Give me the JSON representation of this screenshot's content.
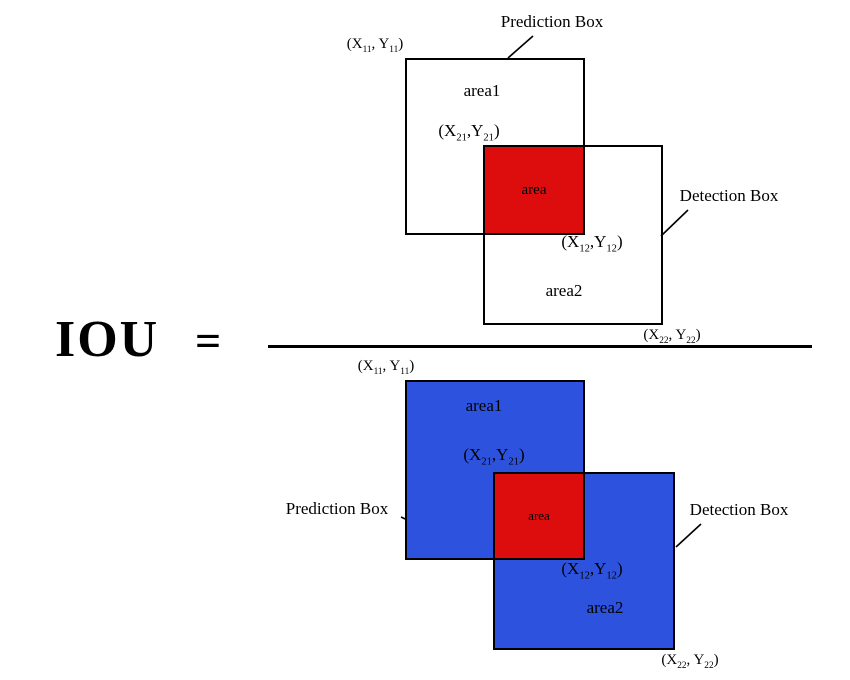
{
  "colors": {
    "box_blue": "#2d53de",
    "intersection_red": "#dd0d0d",
    "line_black": "#000000"
  },
  "formula": {
    "lhs": "IOU",
    "equals": "="
  },
  "numerator": {
    "prediction_box_label": "Prediction Box",
    "detection_box_label": "Detection Box",
    "pred_top_left": "(X{11}, Y{11})",
    "intersect_top_left": "(X{21},Y{21})",
    "intersect_bottom_right": "(X{12},Y{12})",
    "det_bottom_right": "(X{22}, Y{22})",
    "area1": "area1",
    "area2": "area2",
    "intersection": "area"
  },
  "denominator": {
    "prediction_box_label": "Prediction Box",
    "detection_box_label": "Detection Box",
    "pred_top_left": "(X{11}, Y{11})",
    "intersect_top_left": "(X{21},Y{21})",
    "intersect_bottom_right": "(X{12},Y{12})",
    "det_bottom_right": "(X{22}, Y{22})",
    "area1": "area1",
    "area2": "area2",
    "intersection": "area"
  }
}
